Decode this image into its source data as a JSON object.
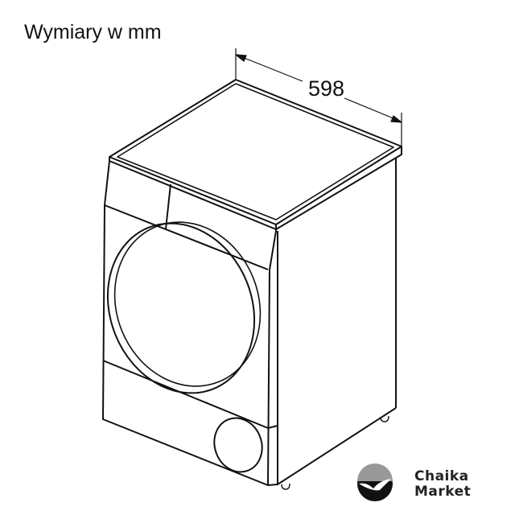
{
  "title": "Wymiary w mm",
  "dimension_width": "598",
  "logo": {
    "line1": "Chaika",
    "line2": "Market"
  }
}
